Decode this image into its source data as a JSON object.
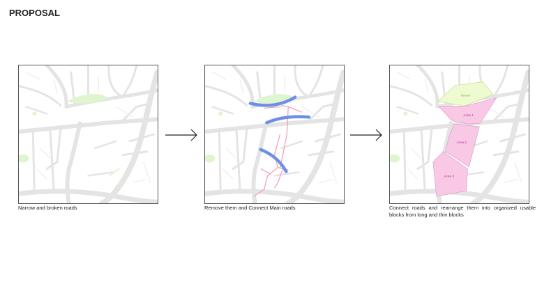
{
  "title": "PROPOSAL",
  "panels": [
    {
      "caption": "Narrow and broken roads"
    },
    {
      "caption": "Remove them and Connect Main roads"
    },
    {
      "caption": "Connect roads and rearrange them into organized usable blocks from long and thin blocks",
      "labels": {
        "green": "Green",
        "area1": "Area 1",
        "area2": "Area 2",
        "area3": "Area 3"
      }
    }
  ],
  "colors": {
    "road": "#e4e4e4",
    "green": "#dff5d0",
    "blue": "#6e8fe8",
    "pink": "#f8c8e4",
    "pink_line": "#f4a0b8"
  }
}
